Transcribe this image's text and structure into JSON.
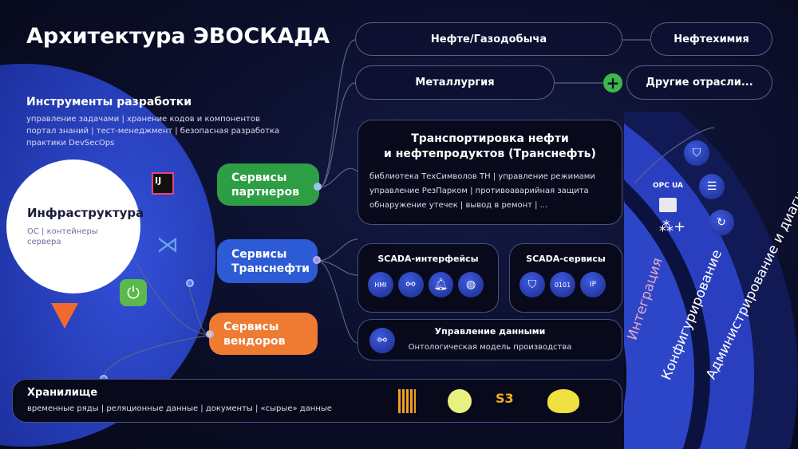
{
  "title": "Архитектура ЭВОСКАДА",
  "industries": {
    "oil_gas": "Нефте/Газодобыча",
    "petrochem": "Нефтехимия",
    "metallurgy": "Металлургия",
    "other": "Другие отрасли...",
    "plus_icon": "+"
  },
  "dev_tools": {
    "title": "Инструменты разработки",
    "line1": [
      "управление задачами",
      "хранение кодов и компонентов"
    ],
    "line2": [
      "портал знаний",
      "тест-менеджмент",
      "безопасная разработка"
    ],
    "line3": "практики DevSecOps"
  },
  "infra": {
    "title": "Инфраструктура",
    "items": [
      "ОС",
      "контейнеры",
      "сервера"
    ]
  },
  "services": {
    "partners": "Сервисы партнеров",
    "transneft": "Сервисы Транснефти",
    "vendors": "Сервисы вендоров"
  },
  "transport": {
    "title1": "Транспортировка нефти",
    "title2": "и нефтепродуктов (Транснефть)",
    "line1": [
      "библиотека ТехСимволов ТН",
      "управление режимами"
    ],
    "line2": [
      "управление РезПарком",
      "противоаварийная защита"
    ],
    "line3": [
      "обнаружение утечек",
      "вывод в ремонт",
      "..."
    ]
  },
  "scada_interfaces": {
    "title": "SCADA-интерфейсы",
    "hmi": "HMI"
  },
  "scada_services": {
    "title": "SCADA-сервисы",
    "ip": "IP",
    "binary": "0101"
  },
  "data_mgmt": {
    "title": "Управление данными",
    "subtitle": "Онтологическая модель производства"
  },
  "storage": {
    "title": "Хранилище",
    "items": [
      "временные ряды",
      "реляционные данные",
      "документы",
      "«сырые» данные"
    ],
    "s3": "S3"
  },
  "arcs": {
    "integration": "Интеграция",
    "config": "Конфигурирование",
    "admin": "Администрирование и диагностика",
    "opcua": "OPC UA"
  },
  "tool_logos": {
    "ij": "IJ"
  }
}
